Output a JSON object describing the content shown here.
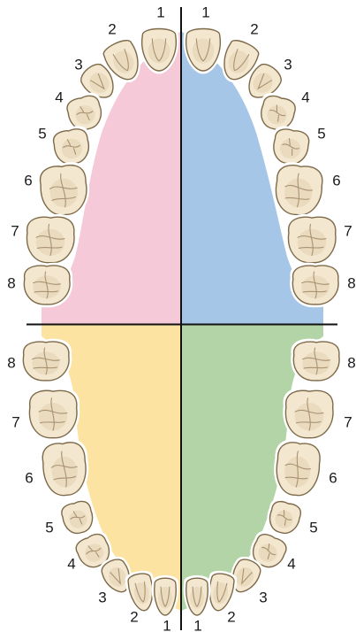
{
  "quadrants": [
    {
      "id": "upper-right",
      "color": "#f5c9d8",
      "labels": [
        "1",
        "2",
        "3",
        "4",
        "5",
        "6",
        "7",
        "8"
      ]
    },
    {
      "id": "upper-left",
      "color": "#a6c6e8",
      "labels": [
        "1",
        "2",
        "3",
        "4",
        "5",
        "6",
        "7",
        "8"
      ]
    },
    {
      "id": "lower-right",
      "color": "#fde3a2",
      "labels": [
        "8",
        "7",
        "6",
        "5",
        "4",
        "3",
        "2",
        "1"
      ]
    },
    {
      "id": "lower-left",
      "color": "#b2d4a6",
      "labels": [
        "8",
        "7",
        "6",
        "5",
        "4",
        "3",
        "2",
        "1"
      ]
    }
  ],
  "tooth_colors": {
    "enamel": "#f3e7cf",
    "outline": "#7d6a4a",
    "groove": "#a89272"
  },
  "axis_color": "#111111"
}
